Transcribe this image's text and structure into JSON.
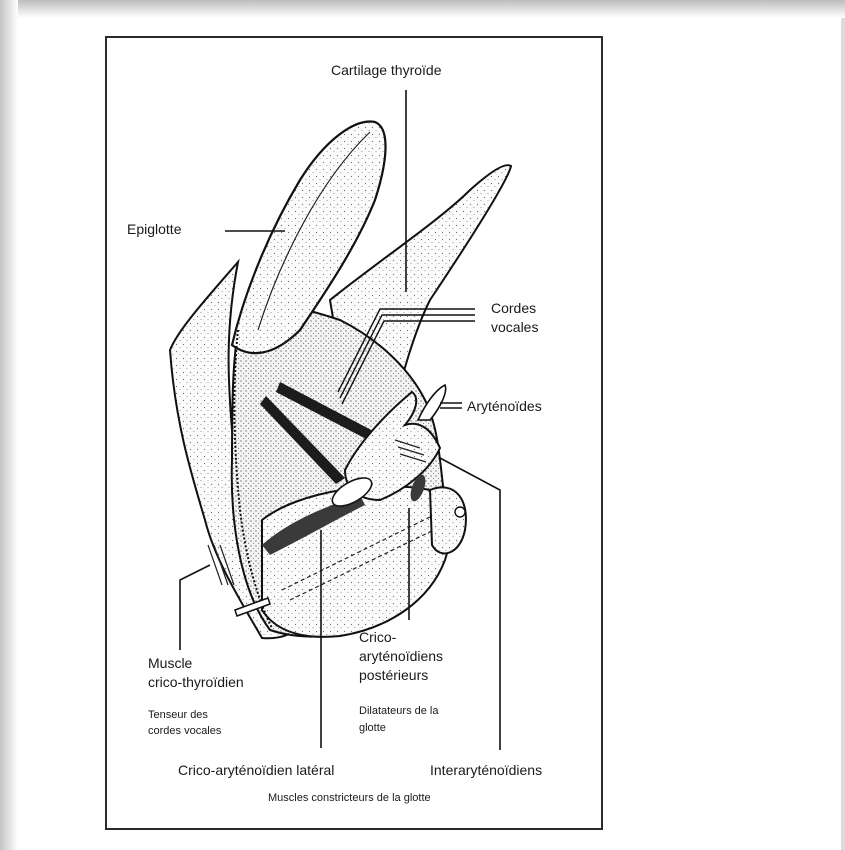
{
  "labels": {
    "thyroid": "Cartilage thyroïde",
    "epiglottis": "Epiglotte",
    "vocal_cords_1": "Cordes",
    "vocal_cords_2": "vocales",
    "arytenoids": "Aryténoïdes",
    "crico_posterior_1": "Crico-",
    "crico_posterior_2": "aryténoïdiens",
    "crico_posterior_3": "postérieurs",
    "crico_posterior_sub_1": "Dilatateurs de la",
    "crico_posterior_sub_2": "glotte",
    "crico_thyroid_1": "Muscle",
    "crico_thyroid_2": "crico-thyroïdien",
    "crico_thyroid_sub_1": "Tenseur des",
    "crico_thyroid_sub_2": "cordes vocales",
    "crico_lateral": "Crico-aryténoïdien latéral",
    "interarytenoid": "Interaryténoïdiens",
    "constrictors": "Muscles constricteurs de la glotte"
  }
}
